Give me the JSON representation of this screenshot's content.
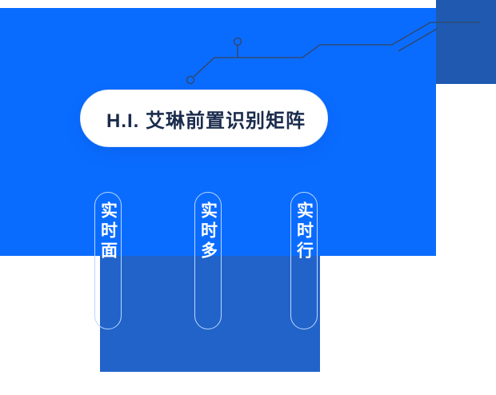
{
  "colors": {
    "primary_blue": "#0a6cff",
    "secondary_blue_top": "#1f5ab0",
    "secondary_blue_bottom": "#2163c9",
    "circuit_line": "#2e4a78",
    "pill_border": "#bcd6ff",
    "title_text": "#1a2b4c",
    "card_bg": "#ffffff"
  },
  "header_card": {
    "title": "H.I. 艾琳前置识别矩阵"
  },
  "pills": [
    {
      "label": "实时面"
    },
    {
      "label": "实时多"
    },
    {
      "label": "实时行"
    }
  ]
}
